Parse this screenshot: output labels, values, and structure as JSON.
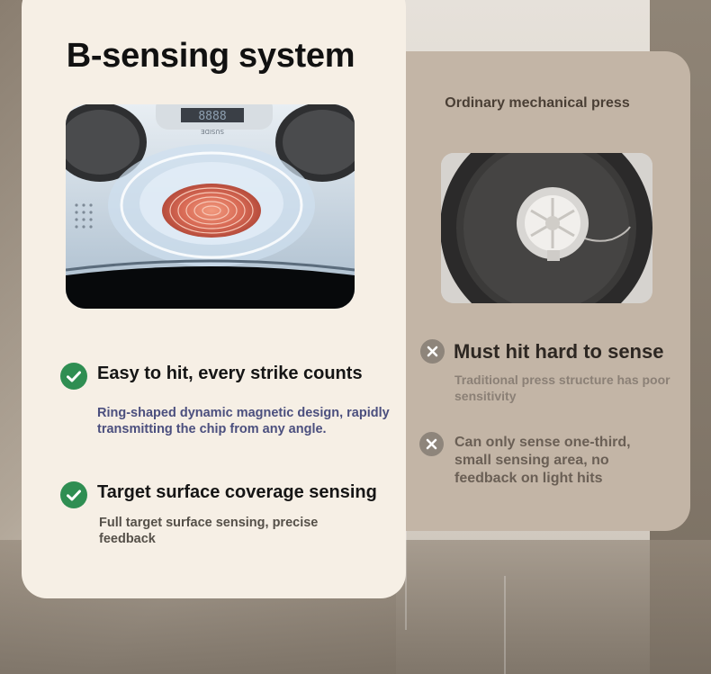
{
  "heading": "B-sensing system",
  "product_image": {
    "display_digits": "8888",
    "brand": "SUSIDE"
  },
  "features": [
    {
      "title": "Easy to hit, every strike counts",
      "description": "Ring-shaped dynamic magnetic design, rapidly transmitting the chip from any angle.",
      "description_color": "#4b4f7e"
    },
    {
      "title": "Target surface coverage sensing",
      "description": "Full target surface sensing, precise feedback",
      "description_color": "#555049"
    }
  ],
  "comparison": {
    "label": "Ordinary mechanical press",
    "drawbacks": [
      {
        "title": "Must hit hard to sense",
        "description": "Traditional press structure has poor sensitivity"
      },
      {
        "title": "",
        "description": "Can only sense one-third, small sensing area, no feedback on light hits"
      }
    ]
  },
  "colors": {
    "card_left": "#f6efe5",
    "card_right": "#c3b5a6",
    "check_green": "#2f8e52",
    "x_gray": "#8e857b"
  },
  "icons": [
    "check-circle-icon",
    "x-circle-icon"
  ]
}
